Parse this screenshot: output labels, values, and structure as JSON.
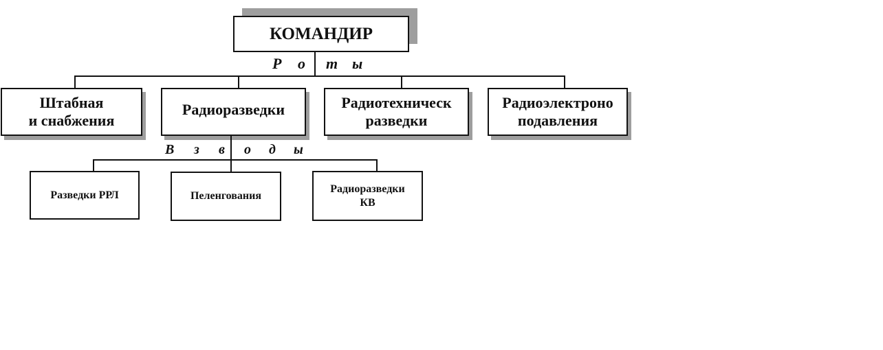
{
  "commander": {
    "label": "КОМАНДИР"
  },
  "companies_label": [
    "Р",
    "о",
    "т",
    "ы"
  ],
  "companies": [
    {
      "label": "Штабная\nи снабжения"
    },
    {
      "label": "Радиоразведки"
    },
    {
      "label": "Радиотехническ\nразведки"
    },
    {
      "label": "Радиоэлектроно\nподавления"
    }
  ],
  "platoons_label": [
    "В",
    "з",
    "в",
    "о",
    "д",
    "ы"
  ],
  "platoons": [
    {
      "label": "Разведки РРЛ"
    },
    {
      "label": "Пеленгования"
    },
    {
      "label": "Радиоразведки\nКВ"
    }
  ]
}
